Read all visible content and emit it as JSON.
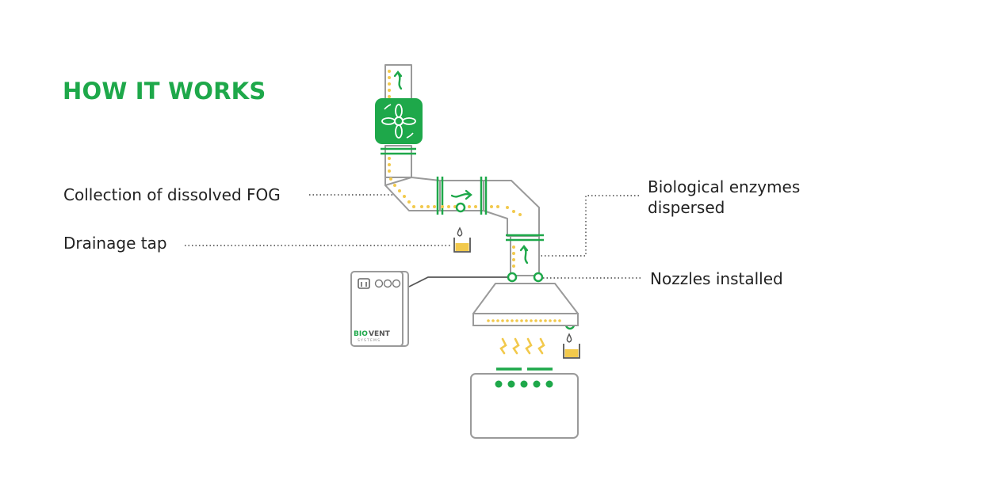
{
  "title": "HOW IT WORKS",
  "labels": {
    "collection": "Collection of dissolved FOG",
    "drainage": "Drainage tap",
    "enzymes_line1": "Biological enzymes",
    "enzymes_line2": "dispersed",
    "nozzles": "Nozzles installed"
  },
  "control_unit": {
    "brand_bio": "BIO",
    "brand_vent": "VENT",
    "brand_sub": "SYSTEMS"
  },
  "colors": {
    "accent_green": "#1ea84a",
    "outline_gray": "#9a9a9a",
    "fog_yellow": "#f2c94c",
    "text": "#222222"
  },
  "icons": [
    "fan-icon",
    "airflow-arrow-icon",
    "drop-icon",
    "heat-wave-icon",
    "nozzle-icon"
  ]
}
